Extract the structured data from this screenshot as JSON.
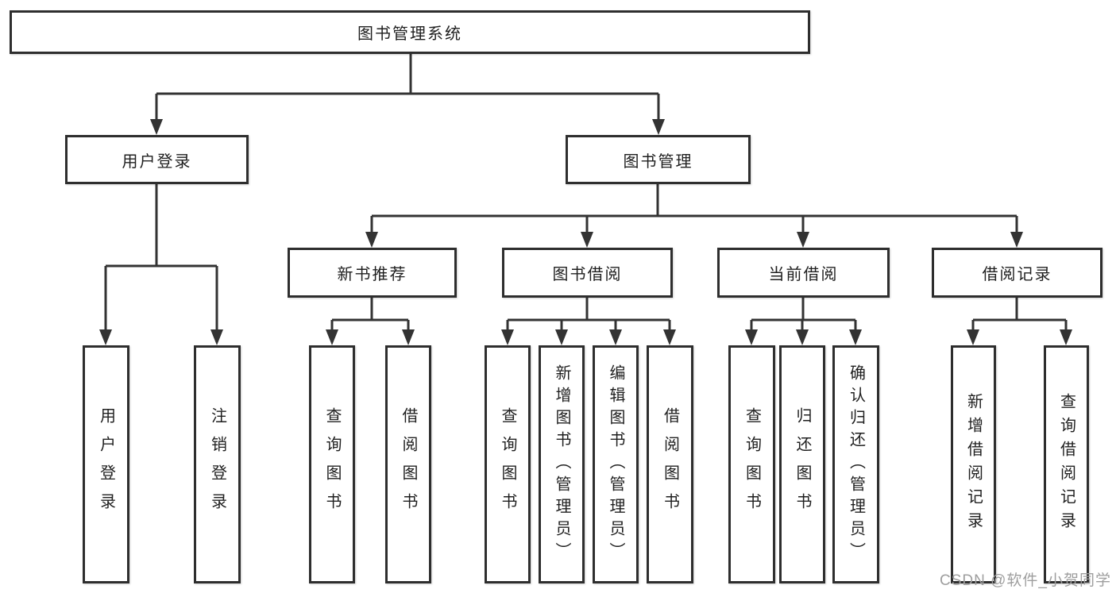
{
  "diagram": {
    "root": {
      "label": "图书管理系统"
    },
    "user_login": {
      "label": "用户登录",
      "children": [
        "用户登录",
        "注销登录"
      ]
    },
    "book_management": {
      "label": "图书管理",
      "sections": [
        {
          "label": "新书推荐",
          "children": [
            "查询图书",
            "借阅图书"
          ]
        },
        {
          "label": "图书借阅",
          "children": [
            "查询图书",
            "新增图书（管理员）",
            "编辑图书（管理员）",
            "借阅图书"
          ]
        },
        {
          "label": "当前借阅",
          "children": [
            "查询图书",
            "归还图书",
            "确认归还（管理员）"
          ]
        },
        {
          "label": "借阅记录",
          "children": [
            "新增借阅记录",
            "查询借阅记录"
          ]
        }
      ]
    }
  },
  "watermark": {
    "text": "CSDN @软件_小贺同学"
  },
  "colors": {
    "line": "#333333",
    "box_border": "#2e2e2e",
    "text": "#1f1f1f",
    "background": "#ffffff",
    "watermark": "#9e9e9e"
  }
}
